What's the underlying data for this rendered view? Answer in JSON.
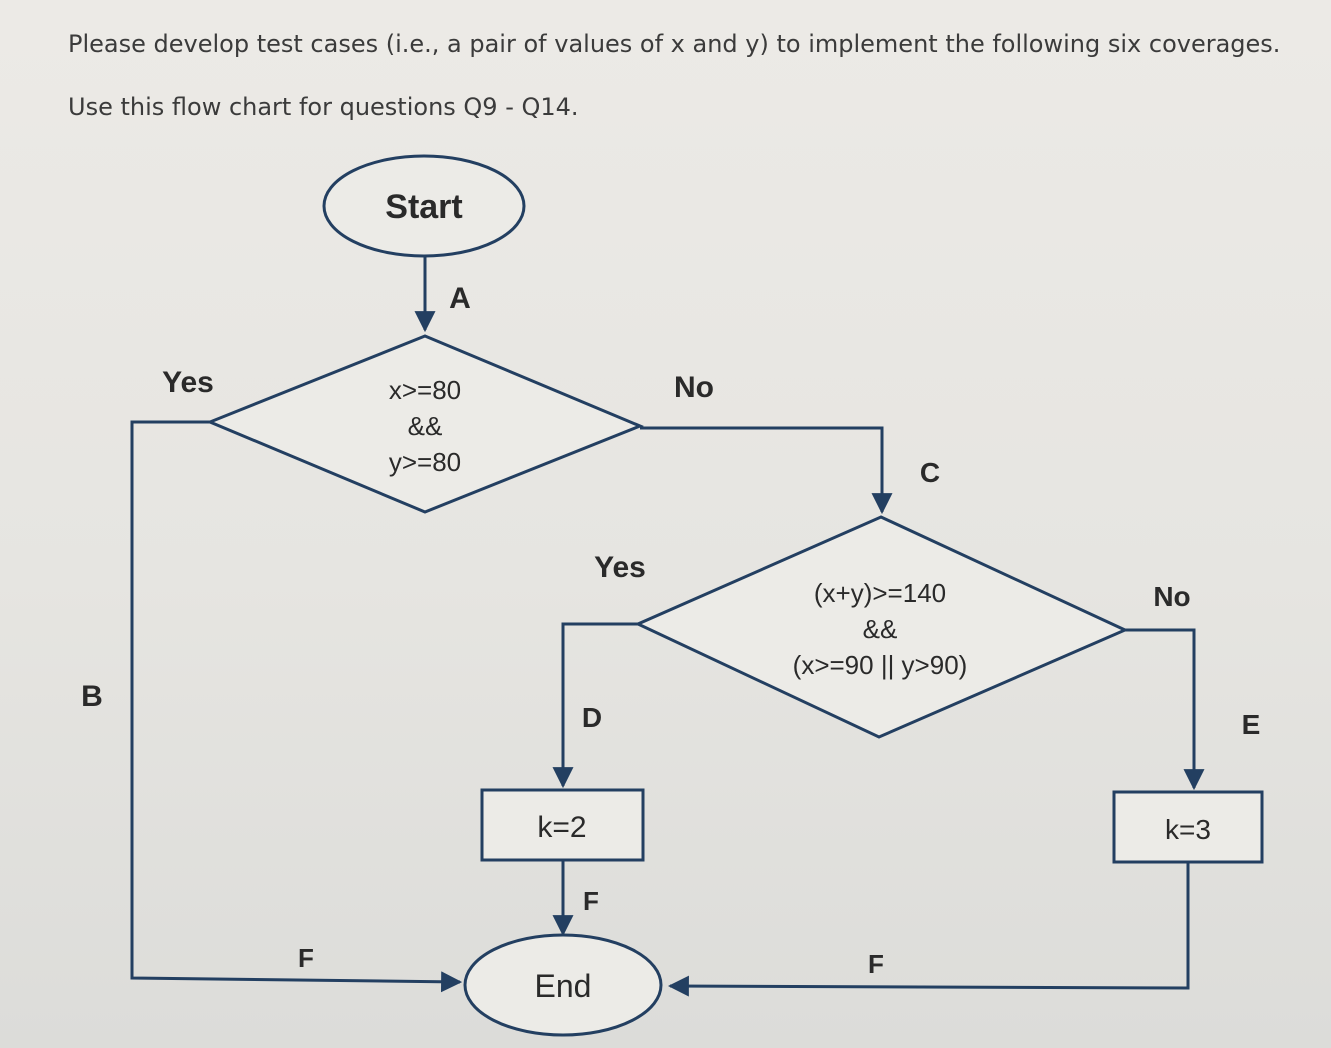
{
  "instructions": {
    "line1": "Please develop test cases (i.e., a pair of values of x and y) to implement the following six coverages.",
    "line2": "Use this flow chart for questions Q9 - Q14."
  },
  "flowchart": {
    "start": "Start",
    "end": "End",
    "decision1": {
      "line1": "x>=80",
      "line2": "&&",
      "line3": "y>=80",
      "yes": "Yes",
      "no": "No"
    },
    "decision2": {
      "line1": "(x+y)>=140",
      "line2": "&&",
      "line3": "(x>=90 || y>90)",
      "yes": "Yes",
      "no": "No"
    },
    "process_left": "k=2",
    "process_right": "k=3",
    "edge_labels": {
      "a": "A",
      "b": "B",
      "c": "C",
      "d": "D",
      "e": "E",
      "f_left": "F",
      "f_middle": "F",
      "f_right": "F"
    },
    "colors": {
      "line": "#233f61",
      "shape_fill": "#ecebe7",
      "text": "#2a2a2a"
    }
  }
}
